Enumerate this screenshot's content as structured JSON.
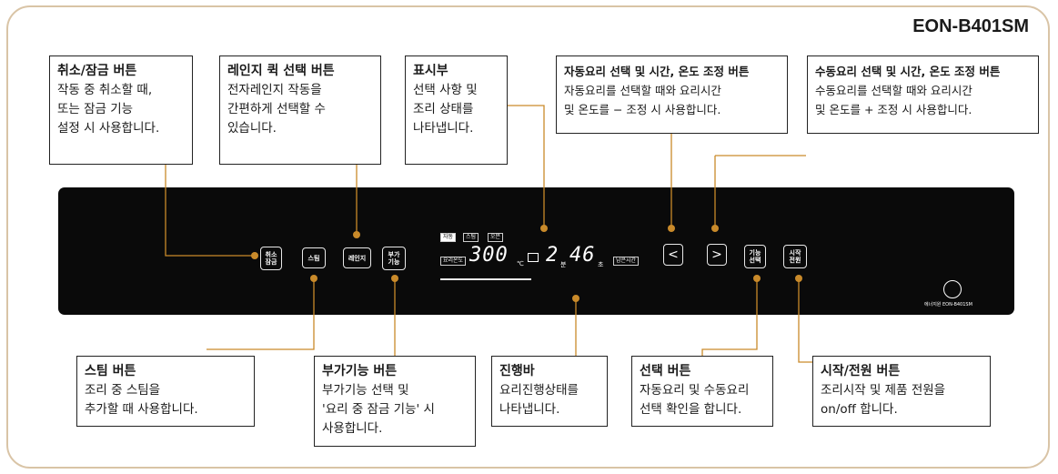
{
  "model": "EON-B401SM",
  "colors": {
    "leader": "#c98a2a",
    "frame": "#d9c4a6",
    "panel": "#0a0a0a"
  },
  "callouts": {
    "cancel_lock": {
      "title": "취소/잠금 버튼",
      "desc": "작동 중 취소할 때,\n또는 잠금 기능\n설정 시 사용합니다."
    },
    "range_quick": {
      "title": "레인지 퀵 선택 버튼",
      "desc": "전자레인지 작동을\n간편하게 선택할 수\n있습니다."
    },
    "display": {
      "title": "표시부",
      "desc": "선택 사항 및\n조리 상태를\n나타냅니다."
    },
    "auto_adjust": {
      "title": "자동요리 선택 및 시간, 온도 조정 버튼",
      "desc": "자동요리를 선택할 때와 요리시간\n및 온도를 − 조정 시 사용합니다."
    },
    "manual_adjust": {
      "title": "수동요리 선택 및 시간, 온도 조정 버튼",
      "desc": "수동요리를 선택할 때와 요리시간\n및 온도를 + 조정 시 사용합니다."
    },
    "steam": {
      "title": "스팀 버튼",
      "desc": "조리 중 스팀을\n추가할 때 사용합니다."
    },
    "extra": {
      "title": "부가기능 버튼",
      "desc": "부가기능 선택 및\n'요리 중 잠금 기능' 시\n사용합니다."
    },
    "progress": {
      "title": "진행바",
      "desc": "요리진행상태를\n나타냅니다."
    },
    "select": {
      "title": "선택 버튼",
      "desc": "자동요리 및 수동요리\n선택 확인을 합니다."
    },
    "start_power": {
      "title": "시작/전원 버튼",
      "desc": "조리시작 및 제품 전원을\non/off 합니다."
    }
  },
  "panel": {
    "btn_cancel": "취소\n잠금",
    "btn_steam": "스팀",
    "btn_range": "레인지",
    "btn_extra": "부가\n기능",
    "btn_left": "<",
    "btn_right": ">",
    "btn_select": "기능\n선택",
    "btn_start": "시작\n전원",
    "chip_auto": "자동",
    "chip_steam": "스팀",
    "chip_oven": "오븐",
    "chip_temp": "요리온도",
    "temp_value": "300",
    "temp_unit": "℃",
    "time_min": "2",
    "time_min_unit": "분",
    "time_sec": "46",
    "time_sec_unit": "초",
    "chip_remain": "남은시간",
    "logo_text": "에너지원 EON-B401SM"
  }
}
